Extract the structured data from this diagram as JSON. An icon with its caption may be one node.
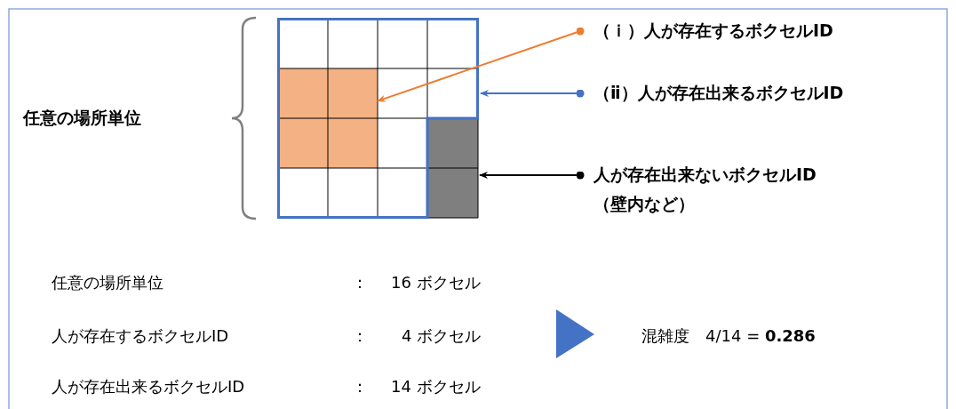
{
  "diagram": {
    "nodes": [
      {
        "text": [
          "（ｉ）人が存在するボクセルID"
        ]
      },
      {
        "text": [
          "（ⅱ）人が存在出来るボクセルID"
        ]
      },
      {
        "text": [
          "人が存在出来ないボクセルID（壁内など）"
        ]
      },
      {
        "text": [],
        "shape": "box",
        "in": 4
      },
      {
        "text": [],
        "shape": "box"
      },
      {
        "text": [],
        "shape": "box"
      }
    ],
    "edges": [
      {
        "from": 0,
        "to": 3,
        "arrow": "to",
        "color": "#ed7d31"
      },
      {
        "from": 1,
        "to": 4,
        "arrow": "to",
        "color": "#4472c4"
      },
      {
        "from": 2,
        "to": 5,
        "arrow": "to",
        "color": "#000000"
      }
    ],
    "labels": [
      "任意の場所単位",
      "任意の場所単位",
      "：",
      "16 ボクセル",
      "人が存在するボクセルID",
      "：",
      "4 ボクセル",
      "人が存在出来るボクセルID",
      "：",
      "14 ボクセル",
      "混雑度　4/14 = **0.286**"
    ]
  }
}
